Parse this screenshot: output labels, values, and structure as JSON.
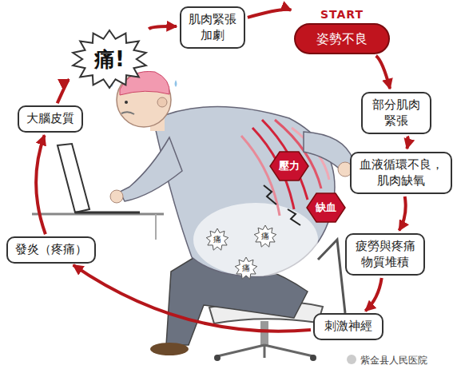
{
  "diagram": {
    "nodes": [
      {
        "text": [
          "START",
          "姿勢不良"
        ]
      },
      {
        "text": [
          "部分肌肉緊張"
        ]
      },
      {
        "text": [
          "血液循環不良，肌肉缺氧"
        ]
      },
      {
        "text": [
          "疲勞與疼痛物質堆積"
        ]
      },
      {
        "text": [
          "刺激神經"
        ]
      },
      {
        "text": [
          "發炎（疼痛）"
        ]
      },
      {
        "text": [
          "大腦皮質"
        ]
      },
      {
        "text": [
          "痛!"
        ]
      },
      {
        "text": [
          "肌肉緊張加劇"
        ]
      },
      {
        "text": [
          "壓力"
        ]
      },
      {
        "text": [
          "缺血"
        ]
      },
      {
        "text": [
          "痛"
        ]
      },
      {
        "text": [
          "痛"
        ]
      },
      {
        "text": [
          "痛"
        ]
      }
    ],
    "edges": [
      {
        "from": 0,
        "to": 1,
        "arrow": "to"
      },
      {
        "from": 1,
        "to": 2,
        "arrow": "to"
      },
      {
        "from": 2,
        "to": 3,
        "arrow": "to"
      },
      {
        "from": 3,
        "to": 4,
        "arrow": "to"
      },
      {
        "from": 4,
        "to": 5,
        "arrow": "to"
      },
      {
        "from": 5,
        "to": 6,
        "arrow": "to"
      },
      {
        "from": 6,
        "to": 7,
        "arrow": "to"
      },
      {
        "from": 7,
        "to": 8,
        "arrow": "to"
      },
      {
        "from": 8,
        "to": 0,
        "arrow": "to"
      }
    ],
    "labels": [
      "紫金县人民医院"
    ]
  }
}
